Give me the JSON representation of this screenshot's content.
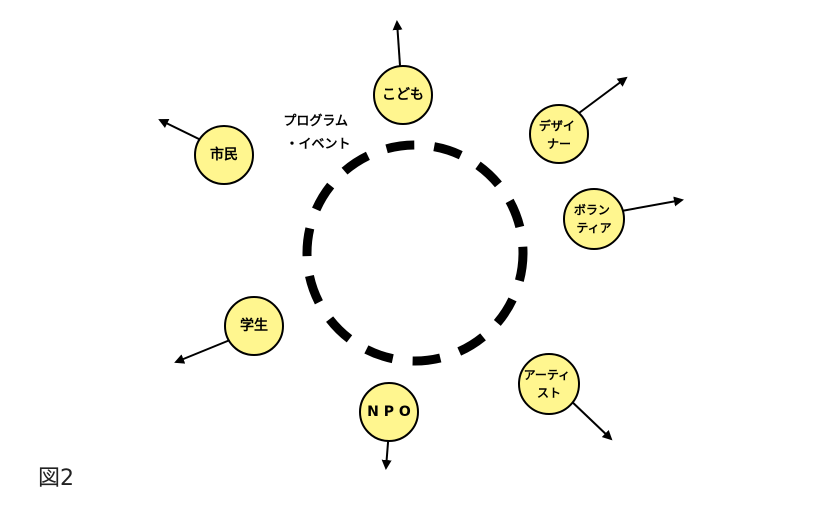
{
  "center": {
    "label_lines": [
      "プログラム",
      "・イベント"
    ]
  },
  "nodes": [
    {
      "id": "kodomo",
      "lines": [
        "こども"
      ]
    },
    {
      "id": "designer",
      "lines": [
        "デザイ",
        "ナー"
      ]
    },
    {
      "id": "volunteer",
      "lines": [
        "ボラン",
        "ティア"
      ]
    },
    {
      "id": "artist",
      "lines": [
        "アーティ",
        "スト"
      ]
    },
    {
      "id": "npo",
      "lines": [
        "N P O"
      ]
    },
    {
      "id": "gakusei",
      "lines": [
        "学生"
      ]
    },
    {
      "id": "shimin",
      "lines": [
        "市民"
      ]
    }
  ],
  "caption": "図2",
  "colors": {
    "node_fill": "#fff68f",
    "stroke": "#000000"
  }
}
